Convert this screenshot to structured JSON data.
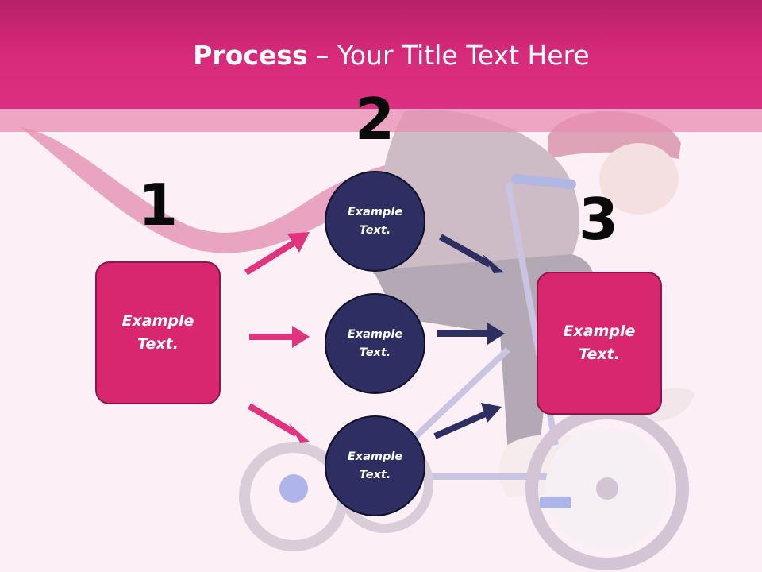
{
  "slide": {
    "title_bold": "Process",
    "title_rest": " – Your Title Text Here"
  },
  "steps": [
    {
      "number": "1"
    },
    {
      "number": "2"
    },
    {
      "number": "3"
    }
  ],
  "input_box": {
    "text": "Example Text."
  },
  "circles": [
    {
      "text": "Example Text."
    },
    {
      "text": "Example Text."
    },
    {
      "text": "Example Text."
    }
  ],
  "output_box": {
    "text": "Example Text."
  },
  "colors": {
    "header": "#d92b7c",
    "box_fill": "#d9276f",
    "circle_fill": "#2d2f62",
    "arrow_pink": "#e0347e",
    "arrow_navy": "#2d2f62",
    "background": "#fcf0f6"
  }
}
